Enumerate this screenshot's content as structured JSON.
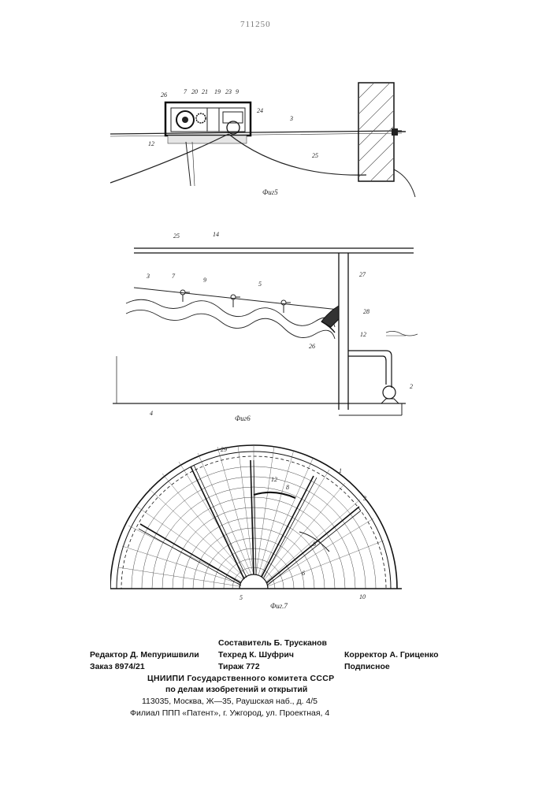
{
  "page_number": "711250",
  "fig5": {
    "caption": "Фиг5",
    "labels": {
      "l26": "26",
      "l7": "7",
      "l20": "20",
      "l21": "21",
      "l19": "19",
      "l23": "23",
      "l9": "9",
      "l24": "24",
      "l3": "3",
      "l12": "12",
      "l25": "25"
    }
  },
  "fig6": {
    "caption": "Фиг6",
    "labels": {
      "l25": "25",
      "l14": "14",
      "l3": "3",
      "l7": "7",
      "l9": "9",
      "l5": "5",
      "l27": "27",
      "l28": "28",
      "l26": "26",
      "l12": "12",
      "l2": "2",
      "l4": "4"
    }
  },
  "fig7": {
    "caption": "Фиг.7",
    "labels": {
      "l29": "29",
      "l1": "1",
      "l12": "12",
      "l8a": "8",
      "l3": "3",
      "l8b": "8",
      "l6": "6",
      "l5": "5",
      "l10": "10"
    }
  },
  "imprint": {
    "compiler": "Составитель Б. Трусканов",
    "editor": "Редактор Д. Мепуришвили",
    "techred": "Техред К. Шуфрич",
    "corrector": "Корректор А. Гриценко",
    "order": "Заказ 8974/21",
    "circulation": "Тираж 772",
    "subscription": "Подписное",
    "org1": "ЦНИИПИ Государственного комитета СССР",
    "org2": "по делам изобретений и открытий",
    "address": "113035, Москва, Ж—35, Раушская наб., д. 4/5",
    "branch": "Филиал ППП «Патент», г. Ужгород, ул. Проектная, 4"
  }
}
